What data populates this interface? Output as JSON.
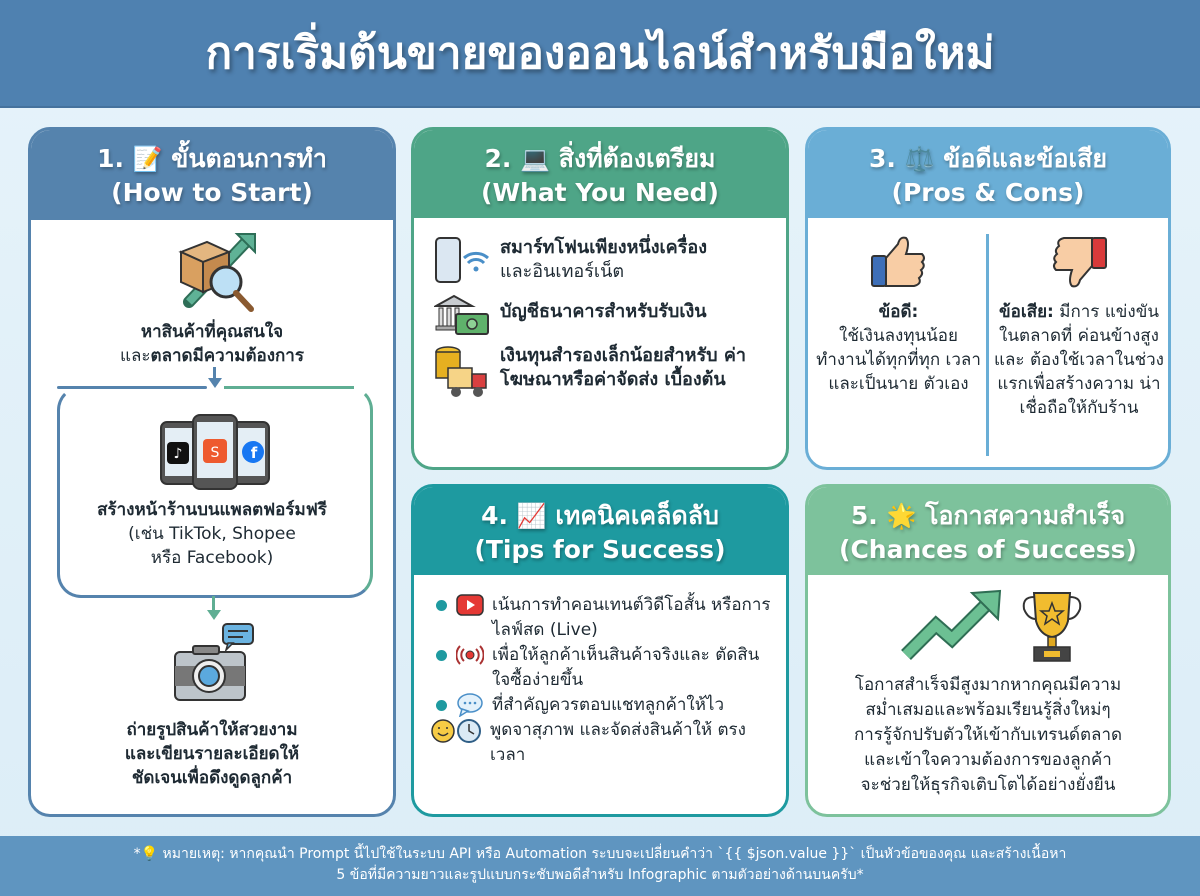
{
  "title": "การเริ่มต้นขายของออนไลน์สำหรับมือใหม่",
  "colors": {
    "header_bg": "#4f81b0",
    "card1": "#5583ad",
    "card2": "#4ea587",
    "card3": "#6aaed6",
    "card4": "#1e9aa0",
    "card5": "#7dc29c",
    "footer_bg": "#5f95c0"
  },
  "cards": [
    {
      "number": "1.",
      "icon": "memo-icon",
      "emoji": "📝",
      "title_th": "ขั้นตอนการทำ",
      "title_en": "(How to Start)",
      "steps": [
        {
          "icon": "box-search-growth-icon",
          "line1": "หาสินค้าที่คุณสนใจ",
          "line2_normal": "และ",
          "line2_bold": "ตลาดมีความต้องการ"
        },
        {
          "icon": "phones-platforms-icon",
          "line1": "สร้างหน้าร้านบนแพลตฟอร์มฟรี",
          "line2": "(เช่น TikTok, Shopee",
          "line3": "หรือ Facebook)"
        },
        {
          "icon": "camera-chat-icon",
          "line1": "ถ่ายรูปสินค้าให้สวยงาม",
          "line2": "และเขียนรายละเอียดให้",
          "line3": "ชัดเจนเพื่อดึงดูดลูกค้า"
        }
      ]
    },
    {
      "number": "2.",
      "icon": "laptop-icon",
      "emoji": "💻",
      "title_th": "สิ่งที่ต้องเตรียม",
      "title_en": "(What You Need)",
      "items": [
        {
          "icon": "smartphone-wifi-icon",
          "bold": "สมาร์ทโฟนเพียงหนึ่งเครื่อง",
          "normal": "และอินเทอร์เน็ต"
        },
        {
          "icon": "bank-money-icon",
          "bold": "บัญชีธนาคารสำหรับรับเงิน",
          "normal": ""
        },
        {
          "icon": "coins-truck-icon",
          "bold": "เงินทุนสำรองเล็กน้อยสำหรับ ค่าโฆษณาหรือค่าจัดส่ง เบื้องต้น",
          "normal": ""
        }
      ]
    },
    {
      "number": "3.",
      "icon": "scales-icon",
      "emoji": "⚖️",
      "title_th": "ข้อดีและข้อเสีย",
      "title_en": "(Pros & Cons)",
      "pros": {
        "icon": "thumbs-up-icon",
        "label": "ข้อดี:",
        "text": "ใช้เงินลงทุนน้อย ทำงานได้ทุกที่ทุก เวลา และเป็นนาย ตัวเอง"
      },
      "cons": {
        "icon": "thumbs-down-icon",
        "label": "ข้อเสีย:",
        "text": "มีการ แข่งขันในตลาดที่ ค่อนข้างสูง และ ต้องใช้เวลาในช่วง แรกเพื่อสร้างความ น่าเชื่อถือให้กับร้าน"
      }
    },
    {
      "number": "4.",
      "icon": "chart-increasing-icon",
      "emoji": "📈",
      "title_th": "เทคนิคเคล็ดลับ",
      "title_en": "(Tips for Success)",
      "tips": [
        {
          "icon": "video-play-icon",
          "text": "เน้นการทำคอนเทนต์วิดีโอสั้น หรือการไลฟ์สด (Live)"
        },
        {
          "icon": "live-broadcast-icon",
          "text": "เพื่อให้ลูกค้าเห็นสินค้าจริงและ ตัดสินใจซื้อง่ายขึ้น"
        },
        {
          "icon": "chat-bubble-icon",
          "text": "ที่สำคัญควรตอบแชทลูกค้าให้ไว"
        },
        {
          "icon": "smile-clock-icon",
          "text": "พูดจาสุภาพ และจัดส่งสินค้าให้ ตรงเวลา"
        }
      ]
    },
    {
      "number": "5.",
      "icon": "star-icon",
      "emoji": "🌟",
      "title_th": "โอกาสความสำเร็จ",
      "title_en": "(Chances of Success)",
      "text_lines": [
        "โอกาสสำเร็จมีสูงมากหากคุณมีความ",
        "สม่ำเสมอและพร้อมเรียนรู้สิ่งใหม่ๆ",
        "การรู้จักปรับตัวให้เข้ากับเทรนด์ตลาด",
        "และเข้าใจความต้องการของลูกค้า",
        "จะช่วยให้ธุรกิจเติบโตได้อย่างยั่งยืน"
      ]
    }
  ],
  "footer": {
    "icon": "light-bulb-icon",
    "line1": "*💡 หมายเหตุ: หากคุณนำ Prompt นี้ไปใช้ในระบบ API หรือ Automation ระบบจะเปลี่ยนคำว่า `{{ $json.value }}` เป็นหัวข้อของคุณ และสร้างเนื้อหา",
    "line2": "5 ข้อที่มีความยาวและรูปแบบกระชับพอดีสำหรับ Infographic ตามตัวอย่างด้านบนครับ*"
  }
}
